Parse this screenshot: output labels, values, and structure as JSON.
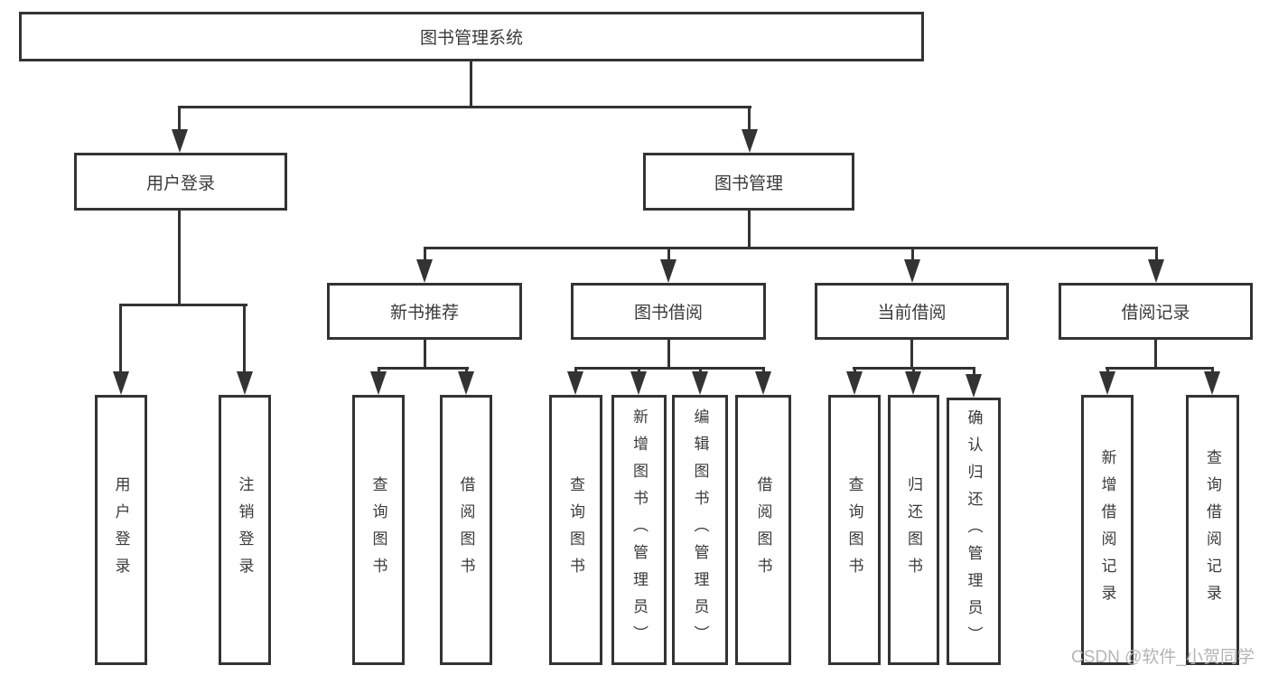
{
  "tree": {
    "root": {
      "label": "图书管理系统"
    },
    "branches": [
      {
        "label": "用户登录",
        "children": [
          {
            "label": "用户登录"
          },
          {
            "label": "注销登录"
          }
        ]
      },
      {
        "label": "图书管理",
        "children": [
          {
            "label": "新书推荐",
            "children": [
              {
                "label": "查询图书"
              },
              {
                "label": "借阅图书"
              }
            ]
          },
          {
            "label": "图书借阅",
            "children": [
              {
                "label": "查询图书"
              },
              {
                "label": "新增图书（管理员）"
              },
              {
                "label": "编辑图书（管理员）"
              },
              {
                "label": "借阅图书"
              }
            ]
          },
          {
            "label": "当前借阅",
            "children": [
              {
                "label": "查询图书"
              },
              {
                "label": "归还图书"
              },
              {
                "label": "确认归还（管理员）"
              }
            ]
          },
          {
            "label": "借阅记录",
            "children": [
              {
                "label": "新增借阅记录"
              },
              {
                "label": "查询借阅记录"
              }
            ]
          }
        ]
      }
    ]
  },
  "watermark": {
    "text": "CSDN @软件_小贺同学"
  },
  "colors": {
    "line": "#333333",
    "text": "#3a3a3a",
    "box_background": "#ffffff",
    "watermark": "#b5b5b5"
  }
}
